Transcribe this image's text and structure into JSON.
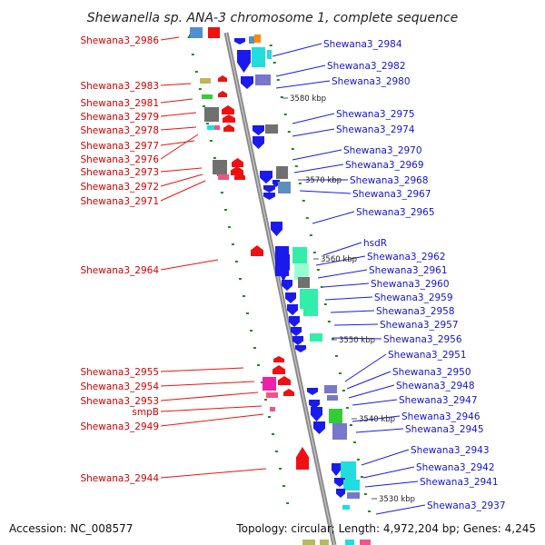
{
  "title": "Shewanella sp. ANA-3 chromosome 1, complete sequence",
  "footer": {
    "accession": "Accession: NC_008577",
    "topology": "Topology: circular; Length: 4,972,204 bp; Genes: 4,245"
  },
  "scale_marks": [
    "3580 kbp",
    "3570 kbp",
    "3560 kbp",
    "3550 kbp",
    "3540 kbp",
    "3530 kbp"
  ],
  "genes_left": [
    "Shewana3_2986",
    "Shewana3_2983",
    "Shewana3_2981",
    "Shewana3_2979",
    "Shewana3_2978",
    "Shewana3_2977",
    "Shewana3_2976",
    "Shewana3_2973",
    "Shewana3_2972",
    "Shewana3_2971",
    "Shewana3_2964",
    "Shewana3_2955",
    "Shewana3_2954",
    "Shewana3_2953",
    "smpB",
    "Shewana3_2949",
    "Shewana3_2944"
  ],
  "genes_right": [
    "Shewana3_2984",
    "Shewana3_2982",
    "Shewana3_2980",
    "Shewana3_2975",
    "Shewana3_2974",
    "Shewana3_2970",
    "Shewana3_2969",
    "Shewana3_2968",
    "Shewana3_2967",
    "Shewana3_2965",
    "hsdR",
    "Shewana3_2962",
    "Shewana3_2961",
    "Shewana3_2960",
    "Shewana3_2959",
    "Shewana3_2958",
    "Shewana3_2957",
    "Shewana3_2956",
    "Shewana3_2951",
    "Shewana3_2950",
    "Shewana3_2948",
    "Shewana3_2947",
    "Shewana3_2946",
    "Shewana3_2945",
    "Shewana3_2943",
    "Shewana3_2942",
    "Shewana3_2941",
    "Shewana3_2937"
  ],
  "colors": {
    "forward_strand": "#ee1111",
    "reverse_strand": "#1a1aee",
    "backbone": "#8a8a8a",
    "cog_tick": "#1a8a1a",
    "gene_cyan": "#22dddd",
    "gene_green": "#33cc33",
    "gene_grey": "#707070",
    "gene_purple": "#7777cc",
    "gene_steel": "#5b8fbf",
    "gene_pink": "#ee5588",
    "gene_orange": "#ff8800",
    "gene_olive": "#b8b860",
    "gene_seafoam": "#33eeaa"
  }
}
